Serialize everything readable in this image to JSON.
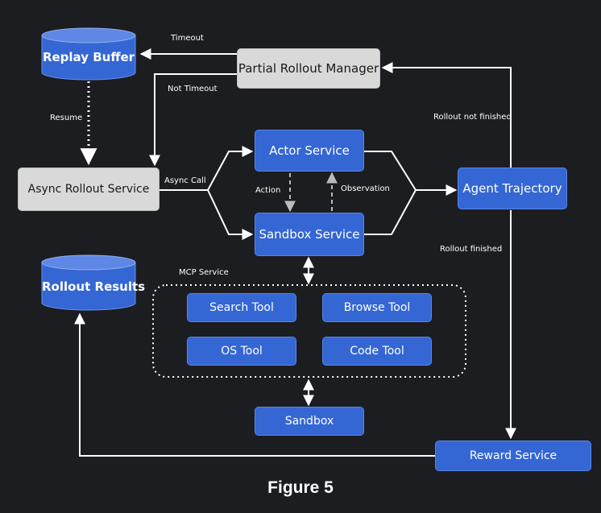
{
  "nodes": {
    "replay_buffer": "Replay Buffer",
    "partial_rollout_manager": "Partial Rollout Manager",
    "async_rollout_service": "Async Rollout Service",
    "actor_service": "Actor Service",
    "sandbox_service": "Sandbox Service",
    "agent_trajectory": "Agent Trajectory",
    "rollout_results": "Rollout Results",
    "search_tool": "Search Tool",
    "browse_tool": "Browse Tool",
    "os_tool": "OS Tool",
    "code_tool": "Code Tool",
    "sandbox": "Sandbox",
    "reward_service": "Reward Service"
  },
  "edges": {
    "timeout": "Timeout",
    "not_timeout": "Not Timeout",
    "resume": "Resume",
    "async_call": "Async Call",
    "action": "Action",
    "observation": "Observation",
    "rollout_not_finished": "Rollout not finished",
    "rollout_finished": "Rollout finished"
  },
  "groups": {
    "mcp_service": "MCP Service"
  },
  "caption": "Figure 5",
  "colors": {
    "background": "#1c1d21",
    "service_blue": "#3466d4",
    "manager_gray": "#d9d9d9",
    "wire": "#ffffff"
  }
}
